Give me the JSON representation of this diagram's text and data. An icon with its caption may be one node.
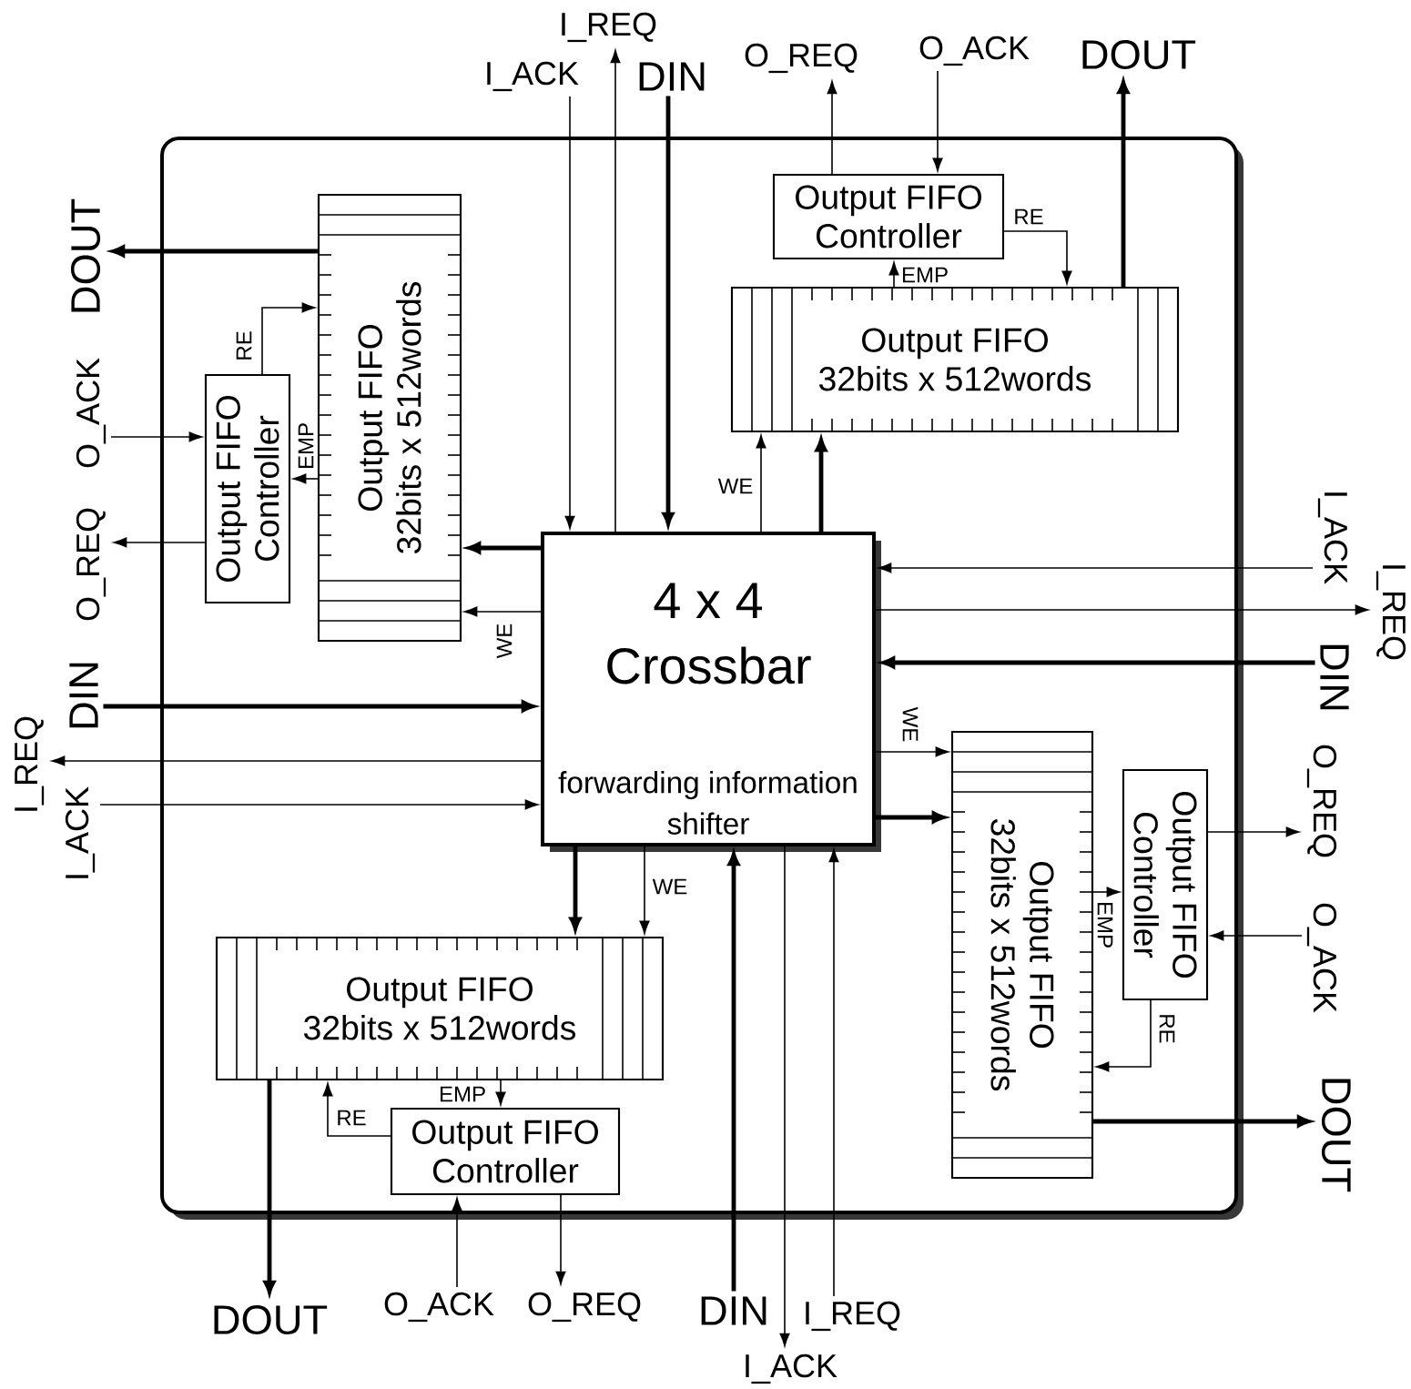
{
  "diagram": {
    "nodes": [
      {
        "text": [],
        "shape": "box"
      },
      {
        "text": [
          "4 x 4 Crossbar",
          "forwarding information shifter"
        ],
        "in": 0
      },
      {
        "text": [
          "Output FIFO Controller"
        ],
        "in": 0
      },
      {
        "text": [
          "Output FIFO",
          "32bits x 512words"
        ],
        "in": 0
      },
      {
        "text": [
          "Output FIFO",
          "32bits x 512words"
        ],
        "in": 0
      },
      {
        "text": [
          "Output FIFO Controller"
        ],
        "in": 0
      },
      {
        "text": [
          "Output FIFO",
          "32bits x 512words"
        ],
        "in": 0
      },
      {
        "text": [
          "Output FIFO Controller"
        ],
        "in": 0
      },
      {
        "text": [
          "Output FIFO",
          "32bits x 512words"
        ],
        "in": 0
      },
      {
        "text": [
          "Output FIFO Controller"
        ],
        "in": 0
      },
      {
        "text": [
          "I_REQ"
        ]
      },
      {
        "text": [
          "I_ACK"
        ]
      },
      {
        "text": [
          "DIN"
        ]
      },
      {
        "text": [
          "O_REQ"
        ]
      },
      {
        "text": [
          "O_ACK"
        ]
      },
      {
        "text": [
          "DOUT"
        ]
      },
      {
        "text": [
          "DOUT"
        ]
      },
      {
        "text": [
          "O_ACK"
        ]
      },
      {
        "text": [
          "O_REQ"
        ]
      },
      {
        "text": [
          "DIN"
        ]
      },
      {
        "text": [
          "I_REQ"
        ]
      },
      {
        "text": [
          "I_ACK"
        ]
      },
      {
        "text": [
          "I_ACK"
        ]
      },
      {
        "text": [
          "I_REQ"
        ]
      },
      {
        "text": [
          "DIN"
        ]
      },
      {
        "text": [
          "O_REQ"
        ]
      },
      {
        "text": [
          "O_ACK"
        ]
      },
      {
        "text": [
          "DOUT"
        ]
      },
      {
        "text": [
          "DOUT"
        ]
      },
      {
        "text": [
          "O_ACK"
        ]
      },
      {
        "text": [
          "O_REQ"
        ]
      },
      {
        "text": [
          "DIN"
        ]
      },
      {
        "text": [
          "I_REQ"
        ]
      },
      {
        "text": [
          "I_ACK"
        ]
      }
    ],
    "edges": [
      {
        "from": 11,
        "to": 1,
        "arrow": "to"
      },
      {
        "from": 1,
        "to": 10,
        "arrow": "to"
      },
      {
        "from": 12,
        "to": 1,
        "arrow": "to",
        "style": "thick"
      },
      {
        "from": 1,
        "to": 3,
        "arrow": "to",
        "style": "thick"
      },
      {
        "from": 1,
        "to": 3,
        "arrow": "to",
        "label": "WE"
      },
      {
        "from": 3,
        "to": 15,
        "arrow": "to",
        "style": "thick"
      },
      {
        "from": 2,
        "to": 13,
        "arrow": "to"
      },
      {
        "from": 14,
        "to": 2,
        "arrow": "to"
      },
      {
        "from": 2,
        "to": 3,
        "arrow": "to",
        "label": "RE"
      },
      {
        "from": 3,
        "to": 2,
        "arrow": "to",
        "label": "EMP"
      },
      {
        "from": 1,
        "to": 4,
        "arrow": "to",
        "style": "thick"
      },
      {
        "from": 1,
        "to": 4,
        "arrow": "to",
        "label": "WE"
      },
      {
        "from": 4,
        "to": 16,
        "arrow": "to",
        "style": "thick"
      },
      {
        "from": 17,
        "to": 5,
        "arrow": "to"
      },
      {
        "from": 5,
        "to": 18,
        "arrow": "to"
      },
      {
        "from": 5,
        "to": 4,
        "arrow": "to",
        "label": "RE"
      },
      {
        "from": 4,
        "to": 5,
        "arrow": "to",
        "label": "EMP"
      },
      {
        "from": 19,
        "to": 1,
        "arrow": "to",
        "style": "thick"
      },
      {
        "from": 1,
        "to": 20,
        "arrow": "to"
      },
      {
        "from": 21,
        "to": 1,
        "arrow": "to"
      },
      {
        "from": 22,
        "to": 1,
        "arrow": "to"
      },
      {
        "from": 1,
        "to": 23,
        "arrow": "to"
      },
      {
        "from": 24,
        "to": 1,
        "arrow": "to",
        "style": "thick"
      },
      {
        "from": 1,
        "to": 6,
        "arrow": "to",
        "label": "WE"
      },
      {
        "from": 1,
        "to": 6,
        "arrow": "to",
        "style": "thick"
      },
      {
        "from": 7,
        "to": 25,
        "arrow": "to"
      },
      {
        "from": 26,
        "to": 7,
        "arrow": "to"
      },
      {
        "from": 6,
        "to": 7,
        "arrow": "to",
        "label": "EMP"
      },
      {
        "from": 7,
        "to": 6,
        "arrow": "to",
        "label": "RE"
      },
      {
        "from": 6,
        "to": 27,
        "arrow": "to",
        "style": "thick"
      },
      {
        "from": 1,
        "to": 8,
        "arrow": "to",
        "style": "thick"
      },
      {
        "from": 1,
        "to": 8,
        "arrow": "to",
        "label": "WE"
      },
      {
        "from": 8,
        "to": 28,
        "arrow": "to",
        "style": "thick"
      },
      {
        "from": 29,
        "to": 9,
        "arrow": "to"
      },
      {
        "from": 9,
        "to": 30,
        "arrow": "to"
      },
      {
        "from": 9,
        "to": 8,
        "arrow": "to",
        "label": "RE"
      },
      {
        "from": 8,
        "to": 9,
        "arrow": "to",
        "label": "EMP"
      },
      {
        "from": 31,
        "to": 1,
        "arrow": "to",
        "style": "thick"
      },
      {
        "from": 1,
        "to": 33,
        "arrow": "to"
      },
      {
        "from": 32,
        "to": 1,
        "arrow": "to"
      }
    ]
  }
}
